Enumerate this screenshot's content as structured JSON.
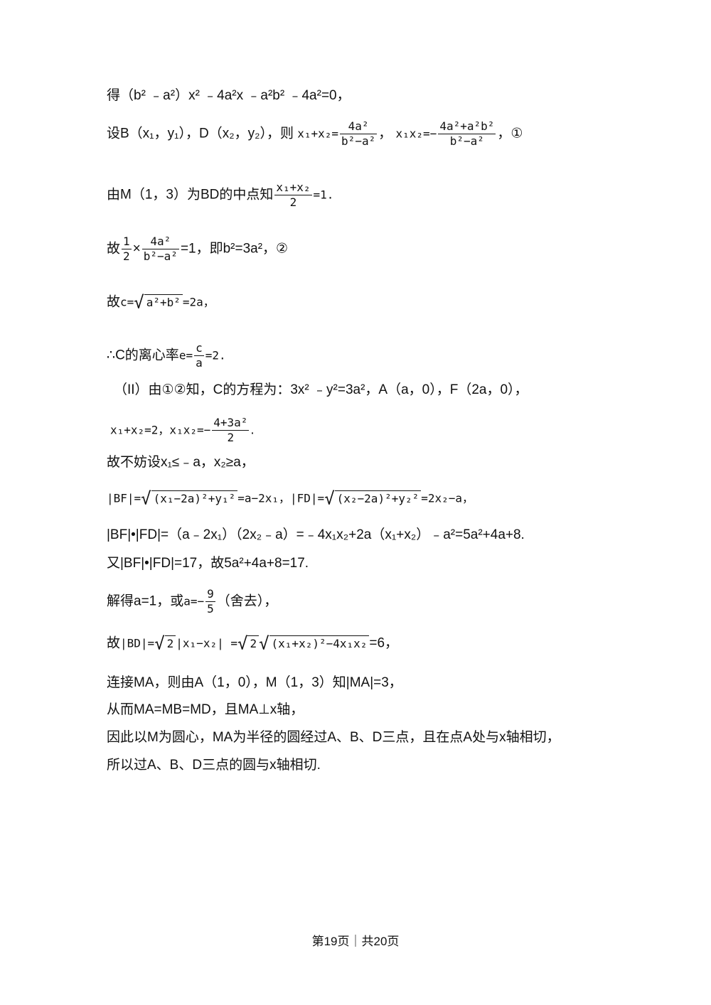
{
  "lines": {
    "l1": "得（b² ﹣a²）x² ﹣4a²x ﹣a²b² ﹣4a²=0，",
    "l2_text": "设B（x₁，y₁），D（x₂，y₂），则",
    "l2_sum": "x₁+x₂=",
    "l2_sum_num": "4a²",
    "l2_sum_den": "b²−a²",
    "l2_comma": "，",
    "l2_prod": "x₁x₂=−",
    "l2_prod_num": "4a²+a²b²",
    "l2_prod_den": "b²−a²",
    "l2_end": "，①",
    "l3_text": "由M（1，3）为BD的中点知",
    "l3_num": "x₁+x₂",
    "l3_den": "2",
    "l3_end": "=1.",
    "l4_text": "故",
    "l4_num1": "1",
    "l4_den1": "2",
    "l4_times": "×",
    "l4_num2": "4a²",
    "l4_den2": "b²−a²",
    "l4_end": "=1，即b²=3a²，②",
    "l5_text": "故",
    "l5_pre": "c=",
    "l5_under": "a²+b²",
    "l5_end": "=2a，",
    "l6_text": "∴C的离心率",
    "l6_pre": "e=",
    "l6_num": "c",
    "l6_den": "a",
    "l6_end": "=2.",
    "l7": "（II）由①②知，C的方程为：3x² ﹣y²=3a²，A（a，0），F（2a，0），",
    "l8_pre": "x₁+x₂=2，x₁x₂=−",
    "l8_num": "4+3a²",
    "l8_den": "2",
    "l8_end": ".",
    "l9": "故不妨设x₁≤﹣a，x₂≥a，",
    "l10_a": "|BF|=",
    "l10_under1": "(x₁−2a)²+y₁²",
    "l10_b": "=a−2x₁，|FD|=",
    "l10_under2": "(x₂−2a)²+y₂²",
    "l10_c": "=2x₂−a，",
    "l11": "|BF|•|FD|=（a﹣2x₁）（2x₂﹣a）=﹣4x₁x₂+2a（x₁+x₂）﹣a²=5a²+4a+8.",
    "l12": "又|BF|•|FD|=17，故5a²+4a+8=17.",
    "l13_text": "解得a=1，或",
    "l13_pre": "a=−",
    "l13_num": "9",
    "l13_den": "5",
    "l13_end": "（舍去），",
    "l14_text": "故",
    "l14_a": "|BD|=",
    "l14_r1": "2",
    "l14_b": "|x₁−x₂| =",
    "l14_r2": "2",
    "l14_under": "(x₁+x₂)²−4x₁x₂",
    "l14_end": "=6，",
    "l15": "连接MA，则由A（1，0），M（1，3）知|MA|=3，",
    "l16": "从而MA=MB=MD，且MA⊥x轴，",
    "l17": "因此以M为圆心，MA为半径的圆经过A、B、D三点，且在点A处与x轴相切，",
    "l18": "所以过A、B、D三点的圆与x轴相切."
  },
  "footer": "第19页｜共20页"
}
